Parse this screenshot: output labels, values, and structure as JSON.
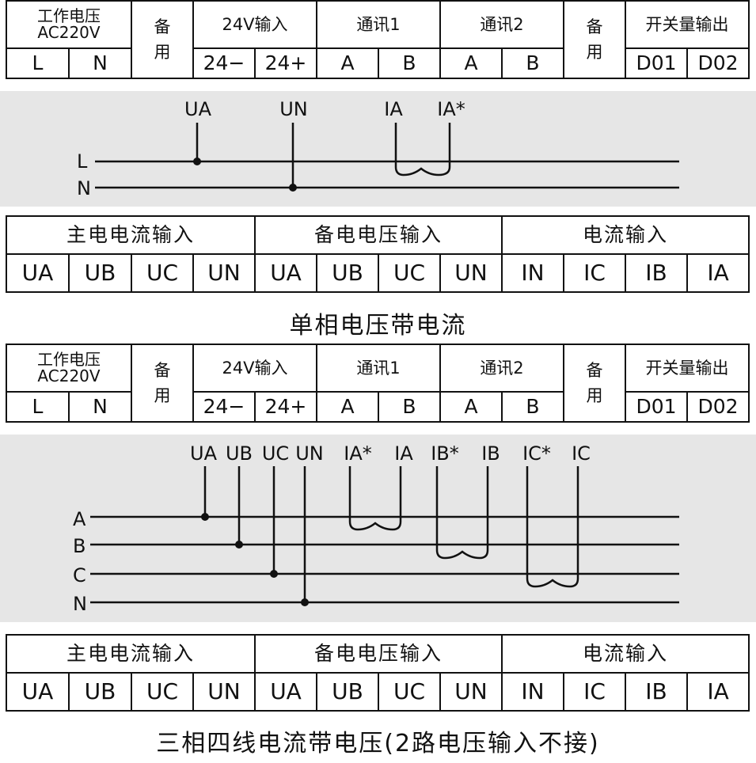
{
  "terminal_header": {
    "work_voltage": [
      "工作电压",
      "AC220V"
    ],
    "reserve": [
      "备",
      "用"
    ],
    "input_24v": "24V输入",
    "comm1": "通讯1",
    "comm2": "通讯2",
    "switch_output": "开关量输出",
    "pins": [
      "L",
      "N",
      "24−",
      "24+",
      "A",
      "B",
      "A",
      "B",
      "D01",
      "D02"
    ]
  },
  "input_table": {
    "sections": [
      "主电电流输入",
      "备电电压输入",
      "电流输入"
    ],
    "pins": [
      "UA",
      "UB",
      "UC",
      "UN",
      "UA",
      "UB",
      "UC",
      "UN",
      "IN",
      "IC",
      "IB",
      "IA"
    ]
  },
  "diagram1": {
    "lines": [
      "L",
      "N"
    ],
    "terminals": [
      "UA",
      "UN",
      "IA",
      "IA*"
    ]
  },
  "diagram2": {
    "lines": [
      "A",
      "B",
      "C",
      "N"
    ],
    "terminals": [
      "UA",
      "UB",
      "UC",
      "UN",
      "IA*",
      "IA",
      "IB*",
      "IB",
      "IC*",
      "IC"
    ]
  },
  "captions": {
    "single_phase": "单相电压带电流",
    "three_phase": "三相四线电流带电压(2路电压输入不接)"
  }
}
